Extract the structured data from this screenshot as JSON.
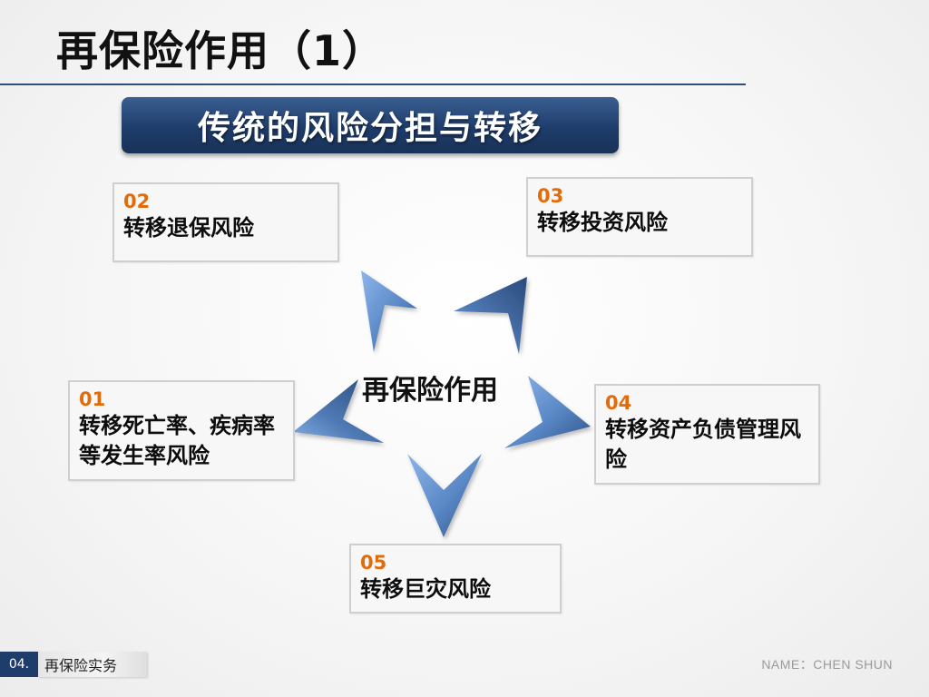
{
  "slide": {
    "title": "再保险作用（1）",
    "subtitle": "传统的风险分担与转移"
  },
  "diagram": {
    "center_label": "再保险作用",
    "items": [
      {
        "num": "01",
        "text": "转移死亡率、疾病率等发生率风险"
      },
      {
        "num": "02",
        "text": "转移退保风险"
      },
      {
        "num": "03",
        "text": "转移投资风险"
      },
      {
        "num": "04",
        "text": "转移资产负债管理风险"
      },
      {
        "num": "05",
        "text": "转移巨灾风险"
      }
    ],
    "colors": {
      "arrow_light": "#7ba7e0",
      "arrow_mid": "#4f7fc0",
      "arrow_dark": "#2c4f80",
      "number_orange": "#e26b0a"
    }
  },
  "footer": {
    "section_number": "04.",
    "section_title": "再保险实务",
    "author": "NAME：CHEN SHUN"
  },
  "theme": {
    "banner_color": "#1f3d6b",
    "rule_color": "#2f4f7f"
  }
}
